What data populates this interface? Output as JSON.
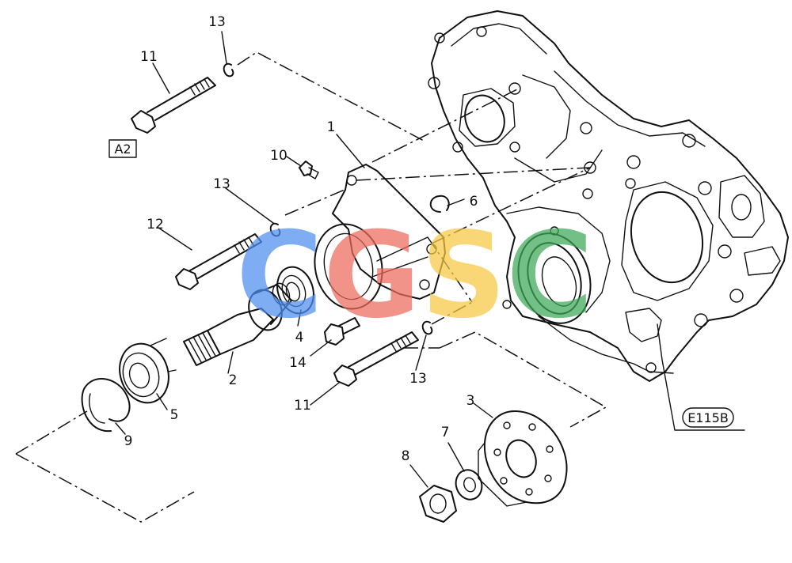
{
  "diagram": {
    "ref_codes": {
      "a2": "A2",
      "e115b": "E115B"
    },
    "callouts": {
      "p1": "1",
      "p2": "2",
      "p3": "3",
      "p4": "4",
      "p5": "5",
      "p6": "6",
      "p7": "7",
      "p8": "8",
      "p9": "9",
      "p10": "10",
      "p11a": "11",
      "p11b": "11",
      "p12": "12",
      "p13a": "13",
      "p13b": "13",
      "p13c": "13",
      "p14": "14"
    },
    "watermark": {
      "text": "CGSC",
      "colors": [
        "#4f8ef0",
        "#ec6a5c",
        "#f7c844",
        "#3ea85a"
      ]
    }
  }
}
